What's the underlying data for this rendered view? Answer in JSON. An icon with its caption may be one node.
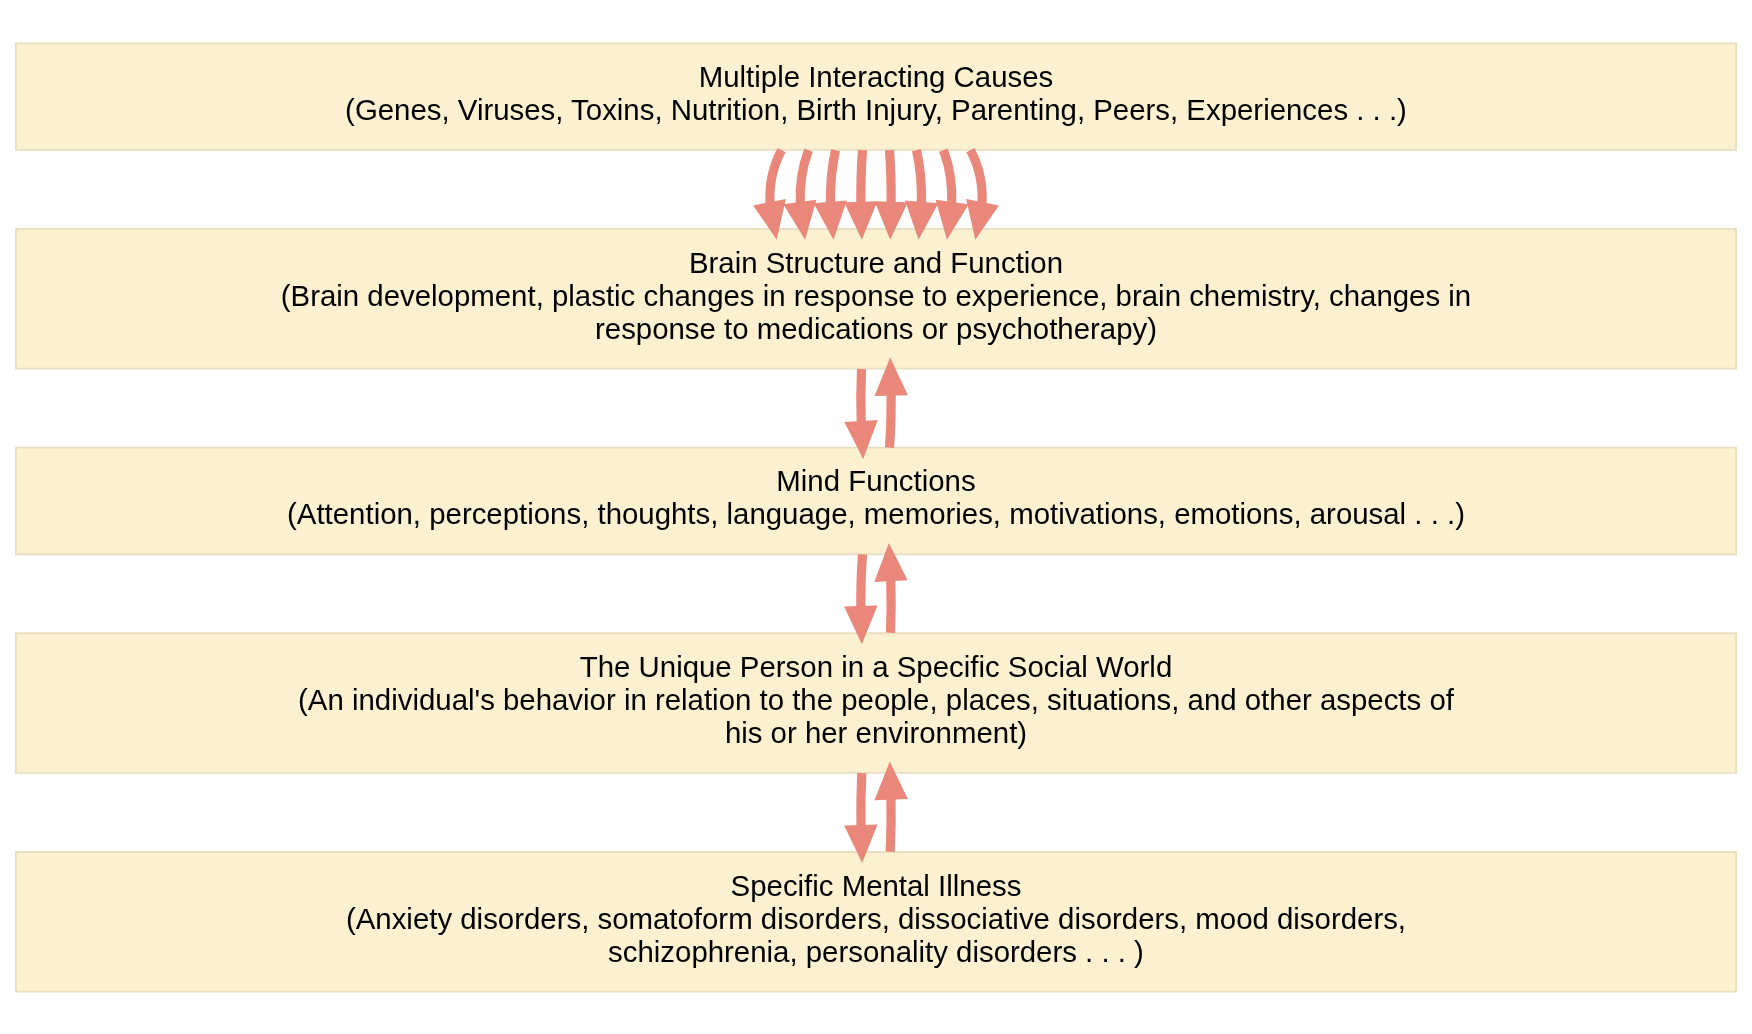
{
  "diagram": {
    "nodes": [
      {
        "text": [
          "Multiple Interacting Causes",
          "(Genes, Viruses, Toxins, Nutrition, Birth Injury, Parenting, Peers, Experiences . . .)"
        ]
      },
      {
        "text": [
          "Brain Structure and Function",
          "(Brain development, plastic changes in response to experience, brain chemistry, changes in response to medications or psychotherapy)"
        ]
      },
      {
        "text": [
          "Mind Functions",
          "(Attention, perceptions, thoughts, language, memories, motivations, emotions, arousal . . .)"
        ]
      },
      {
        "text": [
          "The Unique Person in a Specific Social World",
          "(An individual's behavior in relation to the people, places, situations, and other aspects of his or her environment)"
        ]
      },
      {
        "text": [
          "Specific Mental Illness",
          "(Anxiety disorders, somatoform disorders, dissociative disorders, mood disorders, schizophrenia, personality disorders . . . )"
        ]
      }
    ],
    "edges": [
      {
        "from": 0,
        "to": 1,
        "arrow": "to"
      },
      {
        "from": 0,
        "to": 1,
        "arrow": "to"
      },
      {
        "from": 0,
        "to": 1,
        "arrow": "to"
      },
      {
        "from": 0,
        "to": 1,
        "arrow": "to"
      },
      {
        "from": 0,
        "to": 1,
        "arrow": "to"
      },
      {
        "from": 0,
        "to": 1,
        "arrow": "to"
      },
      {
        "from": 0,
        "to": 1,
        "arrow": "to"
      },
      {
        "from": 0,
        "to": 1,
        "arrow": "to"
      },
      {
        "from": 1,
        "to": 2,
        "arrow": "to"
      },
      {
        "from": 2,
        "to": 1,
        "arrow": "to"
      },
      {
        "from": 2,
        "to": 3,
        "arrow": "to"
      },
      {
        "from": 3,
        "to": 2,
        "arrow": "to"
      },
      {
        "from": 3,
        "to": 4,
        "arrow": "to"
      },
      {
        "from": 4,
        "to": 3,
        "arrow": "to"
      }
    ]
  }
}
